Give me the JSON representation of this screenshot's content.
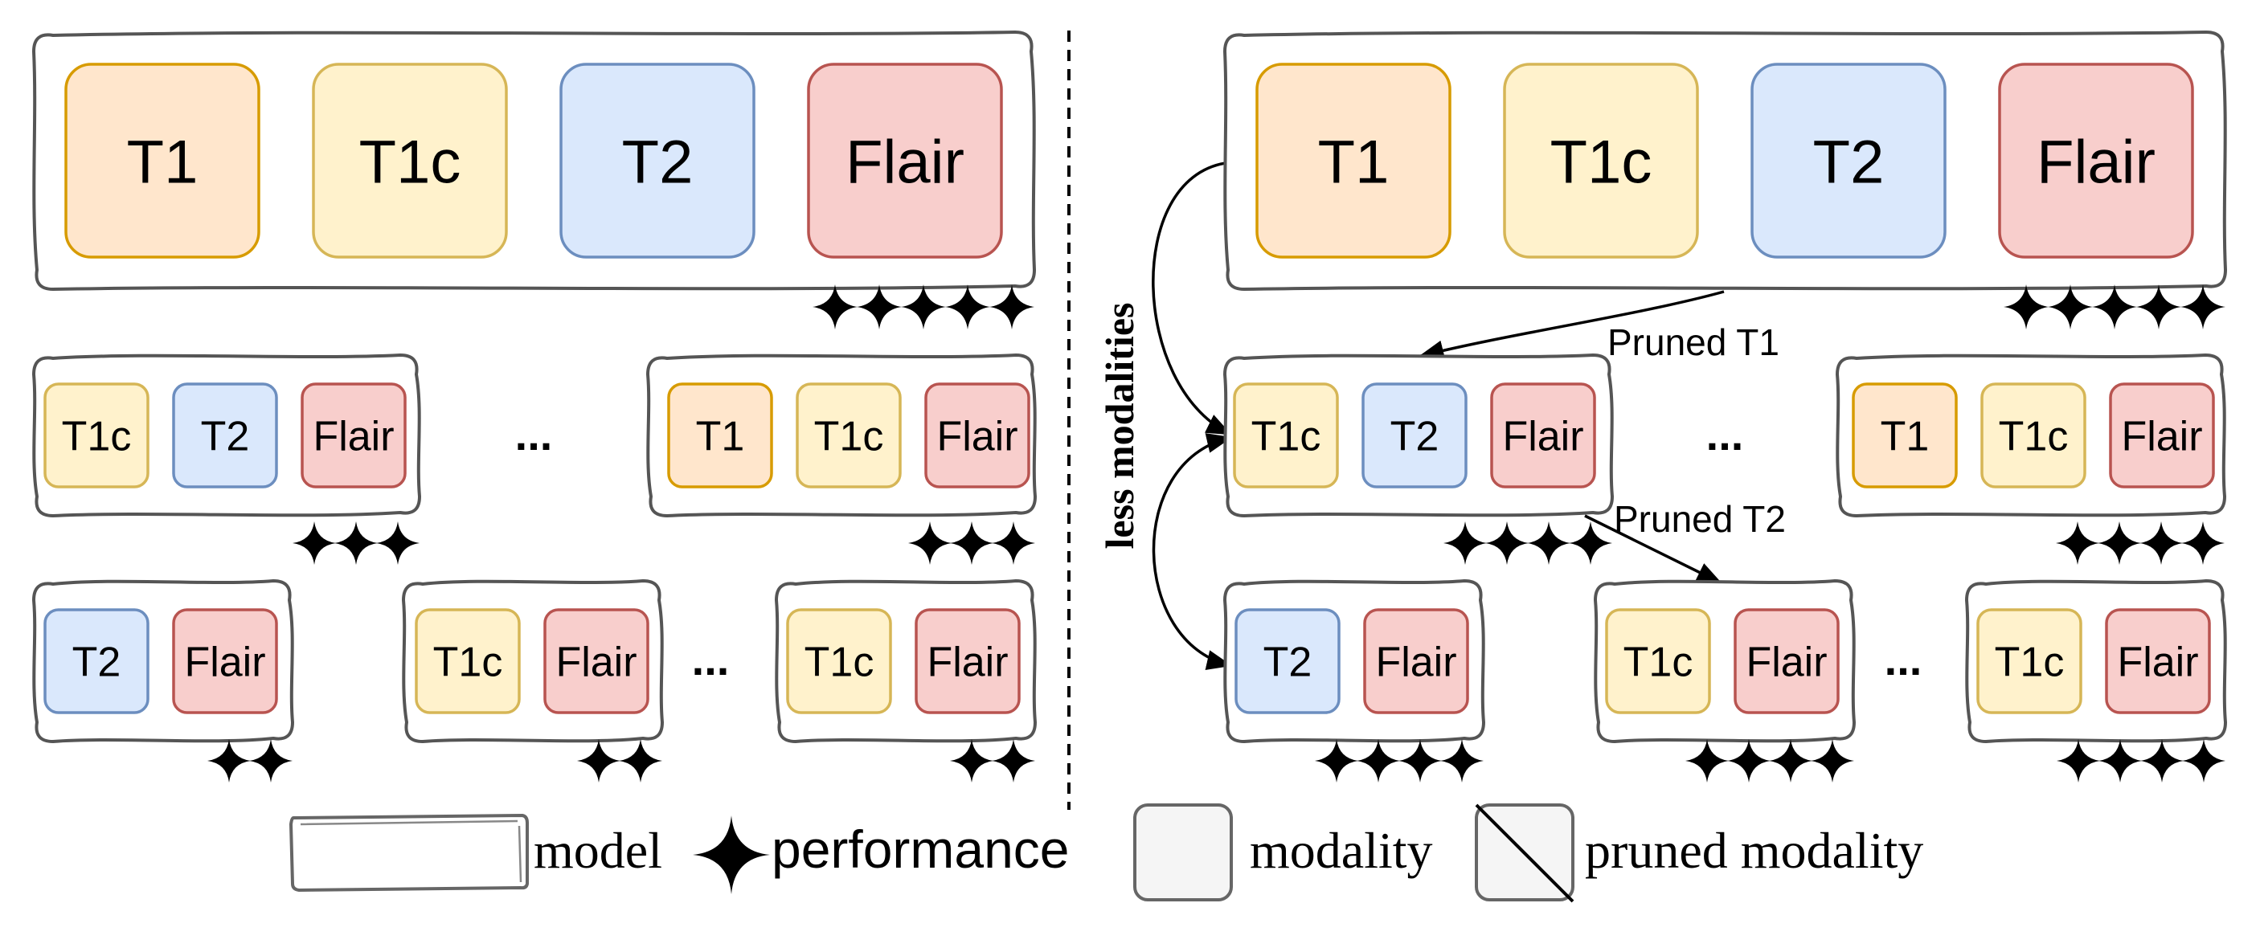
{
  "modalities": {
    "t1": {
      "label": "T1",
      "fill": "#ffe6cc",
      "stroke": "#d79b00"
    },
    "t1c": {
      "label": "T1c",
      "fill": "#fff2cc",
      "stroke": "#d6b656"
    },
    "t2": {
      "label": "T2",
      "fill": "#dae8fc",
      "stroke": "#6c8ebf"
    },
    "flair": {
      "label": "Flair",
      "fill": "#f8cecc",
      "stroke": "#b85450"
    }
  },
  "left_panel": {
    "rows": [
      {
        "models": [
          {
            "modalities": [
              "t1",
              "t1c",
              "t2",
              "flair"
            ],
            "performance": 5
          }
        ]
      },
      {
        "models": [
          {
            "modalities": [
              "t1c",
              "t2",
              "flair"
            ],
            "performance": 3
          },
          {
            "modalities": [
              "t1",
              "t1c",
              "flair"
            ],
            "performance": 3
          }
        ],
        "ellipsis": "..."
      },
      {
        "models": [
          {
            "modalities": [
              "t2",
              "flair"
            ],
            "performance": 2
          },
          {
            "modalities": [
              "t1c",
              "flair"
            ],
            "performance": 2
          },
          {
            "modalities": [
              "t1c",
              "flair"
            ],
            "performance": 2
          }
        ],
        "ellipsis": "..."
      }
    ]
  },
  "right_panel": {
    "rows": [
      {
        "models": [
          {
            "modalities": [
              "t1",
              "t1c",
              "t2",
              "flair"
            ],
            "performance": 5
          }
        ]
      },
      {
        "models": [
          {
            "modalities": [
              "t1c",
              "t2",
              "flair"
            ],
            "performance": 4
          },
          {
            "modalities": [
              "t1",
              "t1c",
              "flair"
            ],
            "performance": 4
          }
        ],
        "ellipsis": "..."
      },
      {
        "models": [
          {
            "modalities": [
              "t2",
              "flair"
            ],
            "performance": 4
          },
          {
            "modalities": [
              "t1c",
              "flair"
            ],
            "performance": 4
          },
          {
            "modalities": [
              "t1c",
              "flair"
            ],
            "performance": 4
          }
        ],
        "ellipsis": "..."
      }
    ],
    "pruned_labels": [
      "Pruned T1",
      "Pruned T2"
    ]
  },
  "side_label": "less modalities",
  "legend": {
    "model": "model",
    "performance": "performance",
    "modality": "modality",
    "pruned_modality": "pruned modality"
  },
  "colors": {
    "box_stroke": "#555555",
    "legend_fill": "#f5f5f5",
    "legend_stroke": "#666666",
    "ink": "#000000"
  }
}
